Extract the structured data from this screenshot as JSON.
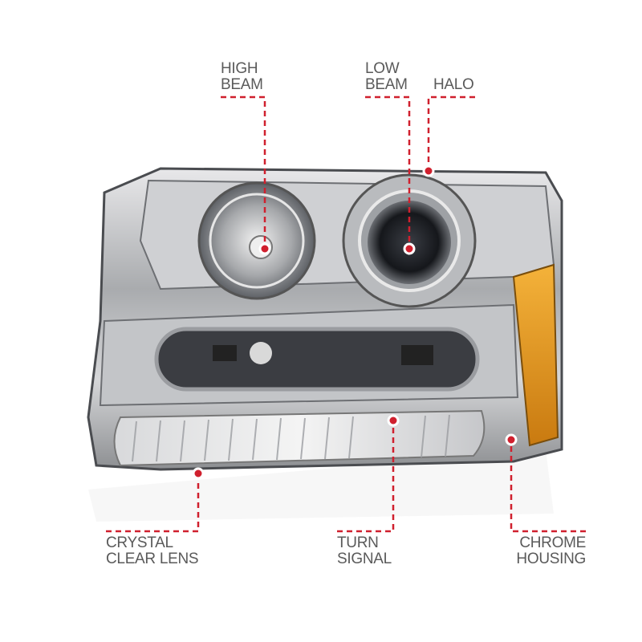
{
  "accent_color": "#d0202e",
  "text_color": "#5a5a5a",
  "callouts": {
    "high_beam": {
      "line1": "HIGH",
      "line2": "BEAM"
    },
    "low_beam": {
      "line1": "LOW",
      "line2": "BEAM"
    },
    "halo": {
      "line1": "HALO"
    },
    "crystal_clear_lens": {
      "line1": "CRYSTAL",
      "line2": "CLEAR LENS"
    },
    "turn_signal": {
      "line1": "TURN",
      "line2": "SIGNAL"
    },
    "chrome_housing": {
      "line1": "CHROME",
      "line2": "HOUSING"
    }
  }
}
